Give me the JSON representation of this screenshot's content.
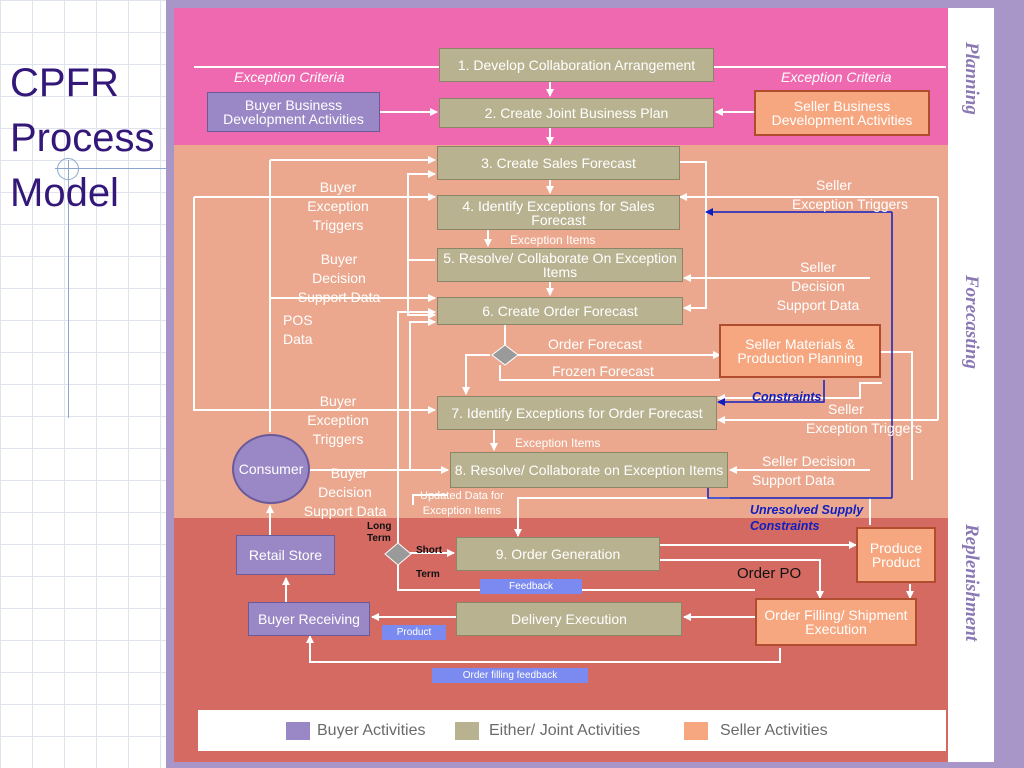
{
  "title_lines": [
    "CPFR",
    "Process",
    "Model"
  ],
  "phases": {
    "planning": "Planning",
    "forecasting": "Forecasting",
    "replenishment": "Replenishment"
  },
  "boxes": {
    "step1": "1. Develop Collaboration Arrangement",
    "step2": "2. Create Joint Business Plan",
    "step3": "3. Create Sales Forecast",
    "step4": "4. Identify Exceptions for Sales Forecast",
    "step5": "5. Resolve/ Collaborate On Exception Items",
    "step6": "6. Create Order Forecast",
    "step7": "7. Identify Exceptions for Order Forecast",
    "step8": "8. Resolve/ Collaborate on Exception Items",
    "step9": "9. Order Generation",
    "delivery": "Delivery Execution",
    "buyer_bd": "Buyer Business Development Activities",
    "seller_bd": "Seller Business Development Activities",
    "seller_mat": "Seller Materials & Production Planning",
    "produce": "Produce Product",
    "order_filling": "Order Filling/ Shipment Execution",
    "retail_store": "Retail Store",
    "buyer_receiving": "Buyer Receiving",
    "consumer": "Consumer"
  },
  "labels": {
    "exception_criteria_left": "Exception Criteria",
    "exception_criteria_right": "Exception Criteria",
    "buyer_exc_triggers_1": [
      "Buyer",
      "Exception",
      "Triggers"
    ],
    "buyer_exc_triggers_2": [
      "Buyer",
      "Exception",
      "Triggers"
    ],
    "seller_exc_triggers_1": [
      "Seller",
      "Exception Triggers"
    ],
    "seller_exc_triggers_2": [
      "Seller",
      "Exception Triggers"
    ],
    "exception_items_1": "Exception Items",
    "exception_items_2": "Exception Items",
    "buyer_decision_1": [
      "Buyer",
      "Decision",
      "Support Data"
    ],
    "buyer_decision_2": [
      "Buyer",
      "Decision",
      "Support Data"
    ],
    "seller_decision_1": [
      "Seller",
      "Decision",
      "Support Data"
    ],
    "seller_decision_2": [
      "Seller Decision",
      "Support Data"
    ],
    "pos_data": [
      "POS",
      "Data"
    ],
    "order_forecast": "Order Forecast",
    "frozen_forecast": "Frozen Forecast",
    "constraints": "Constraints",
    "unresolved": [
      "Unresolved Supply",
      "Constraints"
    ],
    "long_term": [
      "Long",
      "Term"
    ],
    "short_term": [
      "Short",
      "Term"
    ],
    "order_po": "Order PO",
    "updated_data": [
      "Updated Data for",
      "Exception Items"
    ]
  },
  "tags": {
    "feedback": "Feedback",
    "product": "Product",
    "order_filling_feedback": "Order filling feedback"
  },
  "legend": [
    {
      "label": "Buyer Activities",
      "color": "#9a88c6"
    },
    {
      "label": "Either/ Joint Activities",
      "color": "#b8b290"
    },
    {
      "label": "Seller Activities",
      "color": "#f6a77f"
    }
  ]
}
